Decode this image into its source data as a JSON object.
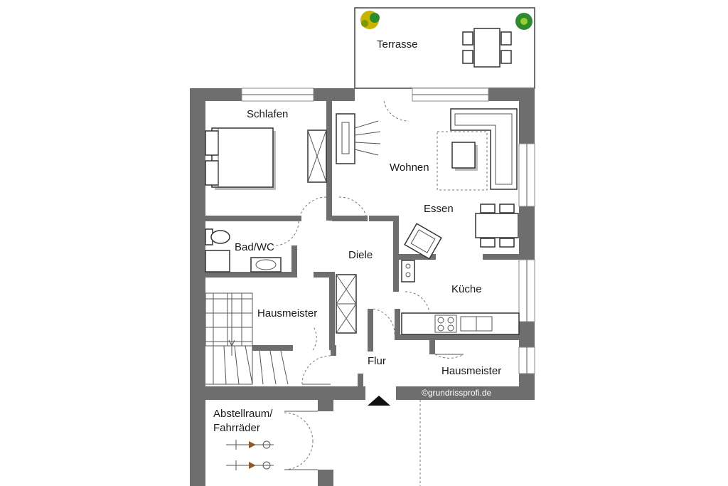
{
  "rooms": {
    "terrasse": "Terrasse",
    "schlafen": "Schlafen",
    "wohnen": "Wohnen",
    "essen": "Essen",
    "bad_wc": "Bad/WC",
    "diele": "Diele",
    "kueche": "Küche",
    "hausmeister_left": "Hausmeister",
    "hausmeister_right": "Hausmeister",
    "flur": "Flur",
    "abstellraum_line1": "Abstellraum/",
    "abstellraum_line2": "Fahrräder"
  },
  "credit": "©grundrissprofi.de",
  "colors": {
    "wall": "#6e6e6e",
    "background": "#ffffff",
    "plant_yellow": "#c8b400",
    "plant_green": "#2e8b2e"
  },
  "icons": [
    "plant-icon",
    "entrance-arrow-icon",
    "bicycle-icon"
  ]
}
